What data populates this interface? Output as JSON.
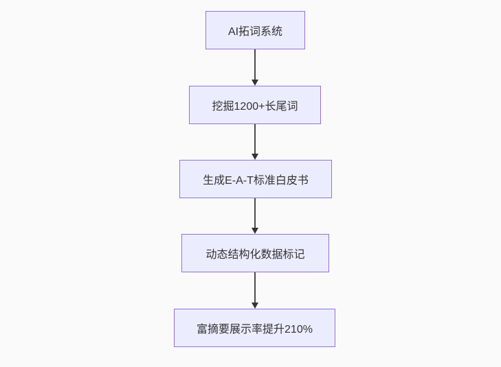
{
  "diagram": {
    "type": "flowchart",
    "direction": "top-down",
    "nodes": [
      {
        "label": "AI拓词系统"
      },
      {
        "label": "挖掘1200+长尾词"
      },
      {
        "label": "生成E-A-T标准白皮书"
      },
      {
        "label": "动态结构化数据标记"
      },
      {
        "label": "富摘要展示率提升210%"
      }
    ],
    "edges": [
      {
        "from": 1,
        "to": 2,
        "arrow": "down"
      },
      {
        "from": 2,
        "to": 3,
        "arrow": "down"
      },
      {
        "from": 3,
        "to": 4,
        "arrow": "down"
      },
      {
        "from": 4,
        "to": 5,
        "arrow": "down"
      }
    ],
    "colors": {
      "background": "#fafafa",
      "node_fill": "#ececff",
      "node_border": "#9370db",
      "text": "#333333",
      "arrow_line": "#4a4a4a",
      "arrow_head": "#333333"
    }
  }
}
